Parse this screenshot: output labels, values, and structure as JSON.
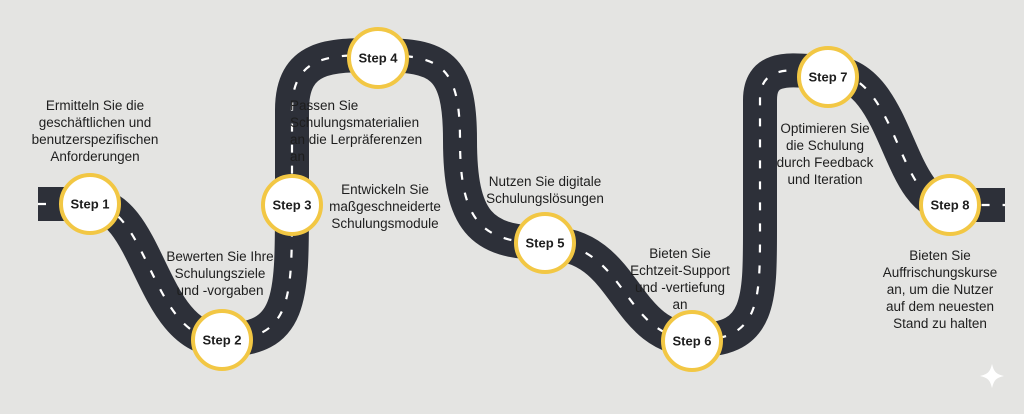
{
  "steps": [
    {
      "label": "Step 1",
      "text": "Ermitteln Sie die\ngeschäftlichen und\nbenutzerspezifischen\nAnforderungen"
    },
    {
      "label": "Step 2",
      "text": "Bewerten Sie Ihre\nSchulungsziele\nund -vorgaben"
    },
    {
      "label": "Step 3",
      "text": "Entwickeln Sie\nmaßgeschneiderte\nSchulungsmodule"
    },
    {
      "label": "Step 4",
      "text": "Passen Sie\nSchulungsmaterialien\nan die Lerpräferenzen\nan"
    },
    {
      "label": "Step 5",
      "text": "Nutzen Sie digitale\nSchulungslösungen"
    },
    {
      "label": "Step 6",
      "text": "Bieten Sie\nEchtzeit-Support\nund -vertiefung\nan"
    },
    {
      "label": "Step 7",
      "text": "Optimieren Sie\ndie Schulung\ndurch Feedback\nund Iteration"
    },
    {
      "label": "Step 8",
      "text": "Bieten Sie\nAuffrischungskurse\nan, um die Nutzer\nauf dem neuesten\nStand zu halten"
    }
  ],
  "colors": {
    "background": "#e4e4e2",
    "road": "#2d3039",
    "road_marking": "#ffffff",
    "marker_ring": "#f2c744",
    "marker_fill": "#ffffff",
    "text": "#1e1e1e"
  },
  "icons": [
    "sparkle-icon"
  ]
}
